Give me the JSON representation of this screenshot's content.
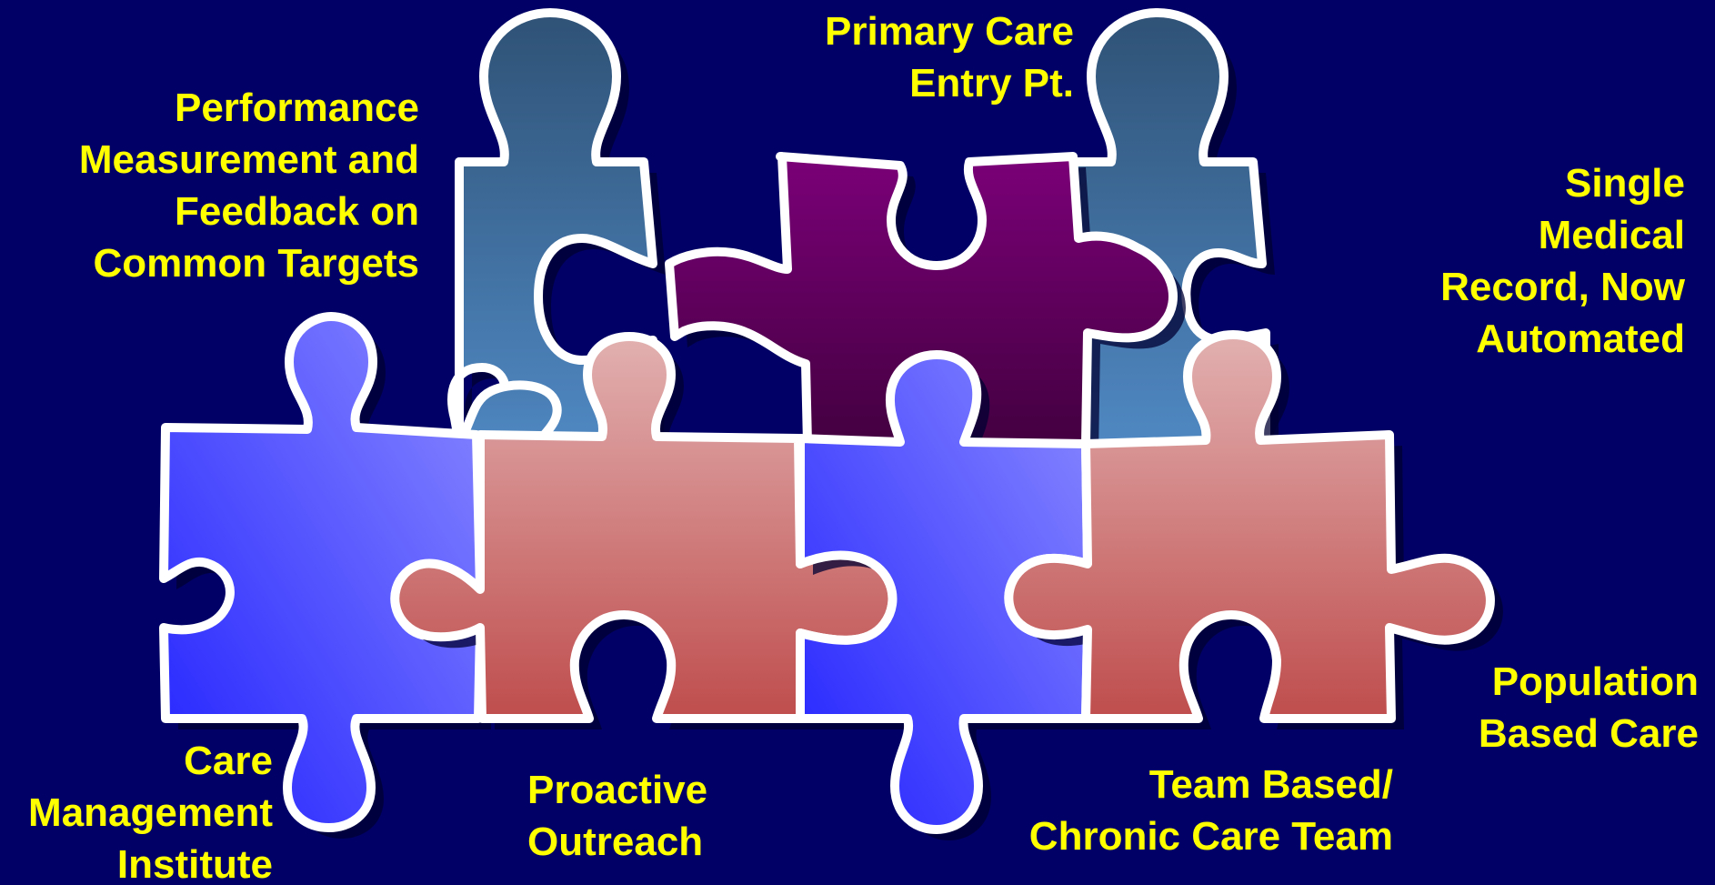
{
  "colors": {
    "background": "#000066",
    "label_text": "#ffff00",
    "piece_outline": "#ffffff",
    "piece_slate_top": "#2f5276",
    "piece_slate_bottom": "#4f88c2",
    "piece_purple_top": "#7b0078",
    "piece_purple_bottom": "#430040",
    "piece_rose_top": "#e2b0b0",
    "piece_rose_bottom": "#bf4d4d",
    "piece_blue_light": "#8a8aff",
    "piece_blue_dark": "#2020ff"
  },
  "labels": {
    "performance": [
      "Performance",
      "Measurement and",
      "Feedback on",
      "Common Targets"
    ],
    "primary_care": [
      "Primary Care",
      "Entry Pt."
    ],
    "single_record": [
      "Single",
      "Medical",
      "Record, Now",
      "Automated"
    ],
    "population": [
      "Population",
      "Based Care"
    ],
    "team_based": [
      "Team Based/",
      "Chronic Care Team"
    ],
    "proactive": [
      "Proactive",
      "Outreach"
    ],
    "care_management": [
      "Care",
      "Management",
      "Institute"
    ]
  }
}
